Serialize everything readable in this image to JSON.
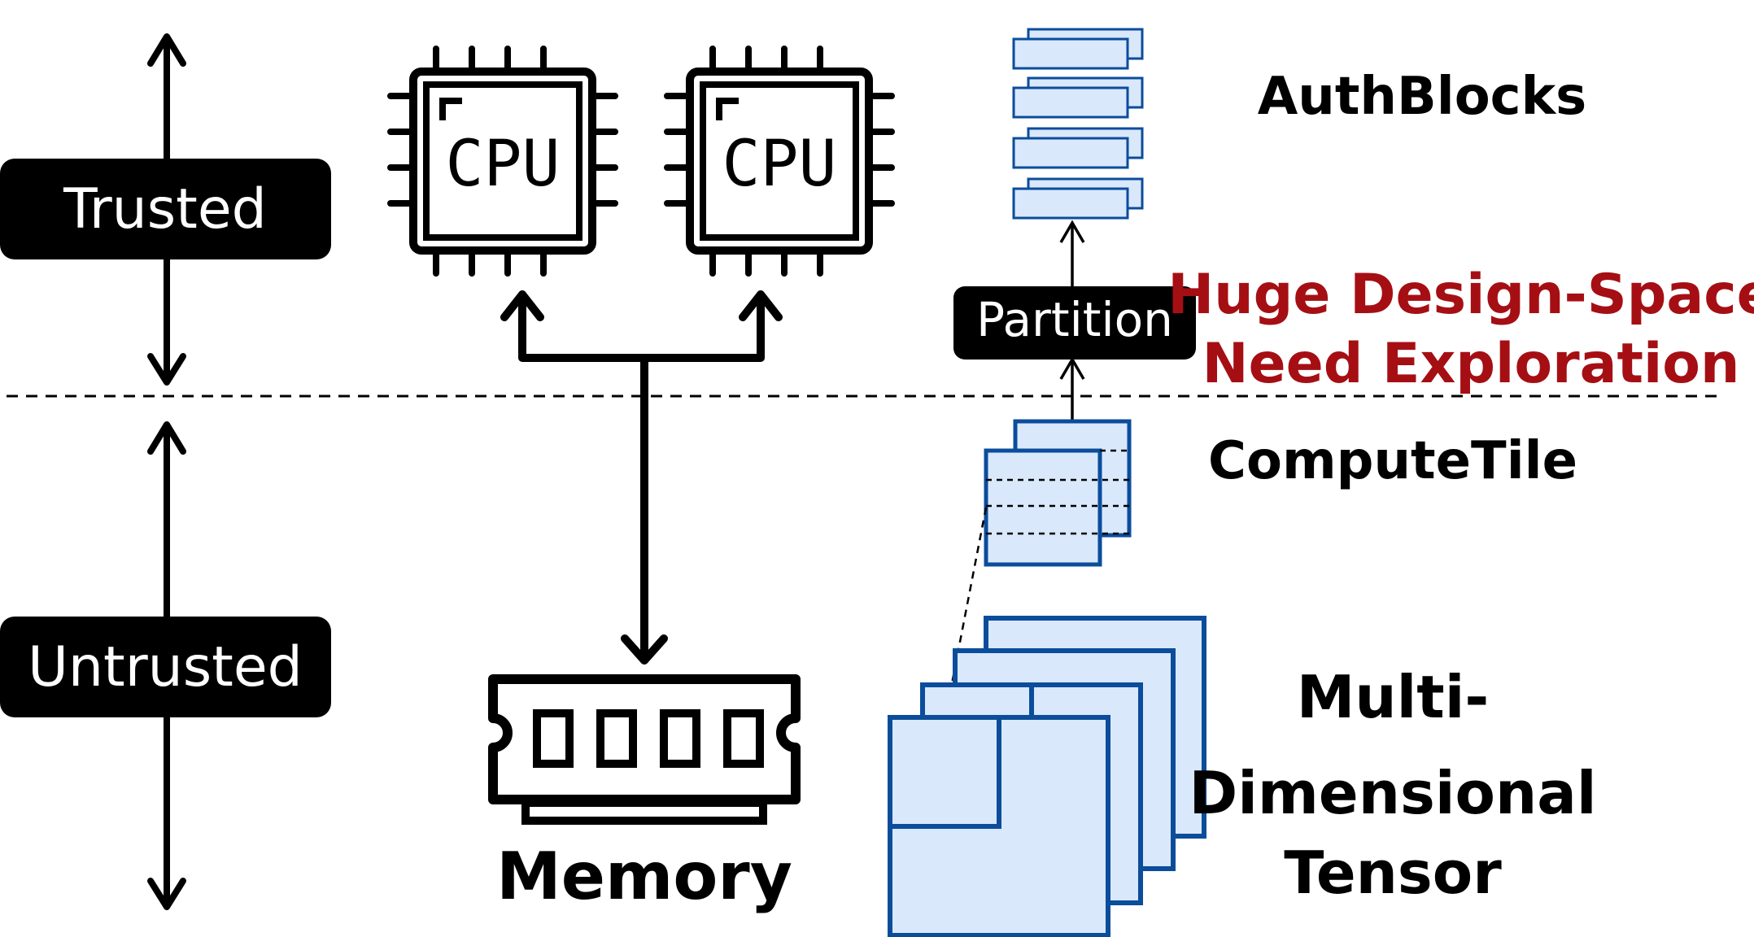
{
  "zones": {
    "trusted_label": "Trusted",
    "untrusted_label": "Untrusted"
  },
  "cpus": [
    {
      "label": "CPU"
    },
    {
      "label": "CPU"
    }
  ],
  "memory": {
    "label": "Memory"
  },
  "authblocks": {
    "label": "AuthBlocks"
  },
  "partition": {
    "label": "Partition"
  },
  "highlight": {
    "line1": "Huge Design-Space",
    "line2": "Need Exploration",
    "color": "#A50F14"
  },
  "computetile": {
    "label": "ComputeTile"
  },
  "tensor": {
    "line1": "Multi-",
    "line2": "Dimensional",
    "line3": "Tensor"
  },
  "colors": {
    "block_fill": "#DAE8FC",
    "block_stroke": "#0B4D9B",
    "ink": "#000000"
  }
}
